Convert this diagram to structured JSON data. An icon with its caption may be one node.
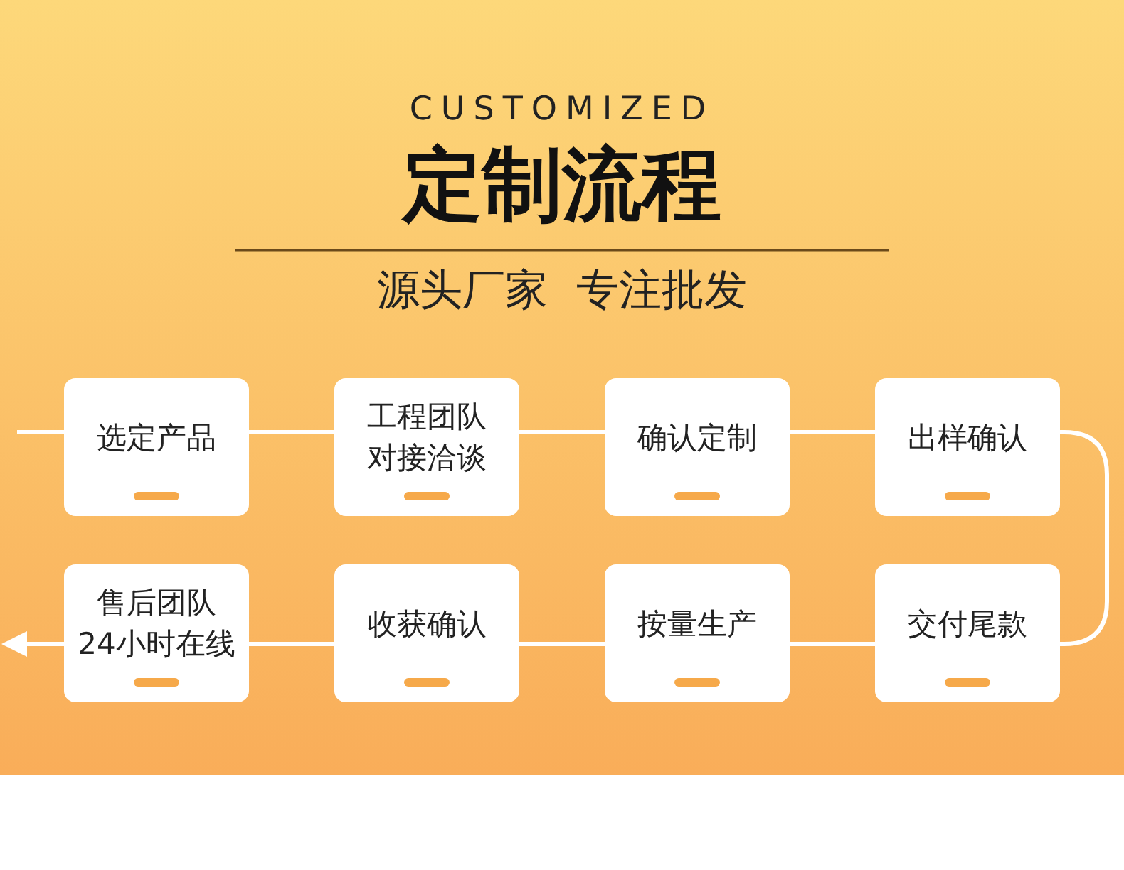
{
  "diagram": {
    "title": "定制流程",
    "nodes": [
      {
        "text": [
          "选定产品"
        ]
      },
      {
        "text": [
          "工程团队对接洽谈"
        ]
      },
      {
        "text": [
          "确认定制"
        ]
      },
      {
        "text": [
          "出样确认"
        ]
      },
      {
        "text": [
          "交付尾款"
        ]
      },
      {
        "text": [
          "按量生产"
        ]
      },
      {
        "text": [
          "收获确认"
        ]
      },
      {
        "text": [
          "售后团队24小时在线"
        ]
      }
    ],
    "edges": [
      {
        "from": null,
        "to": 0,
        "arrow": "none"
      },
      {
        "from": 0,
        "to": 1,
        "arrow": "none"
      },
      {
        "from": 1,
        "to": 2,
        "arrow": "none"
      },
      {
        "from": 2,
        "to": 3,
        "arrow": "none"
      },
      {
        "from": 3,
        "to": 4,
        "arrow": "none"
      },
      {
        "from": 4,
        "to": 5,
        "arrow": "none"
      },
      {
        "from": 5,
        "to": 6,
        "arrow": "none"
      },
      {
        "from": 6,
        "to": 7,
        "arrow": "none"
      },
      {
        "from": 7,
        "to": null,
        "arrow": "to"
      }
    ],
    "labels": [
      "CUSTOMIZED",
      "源头厂家 专注批发"
    ]
  }
}
